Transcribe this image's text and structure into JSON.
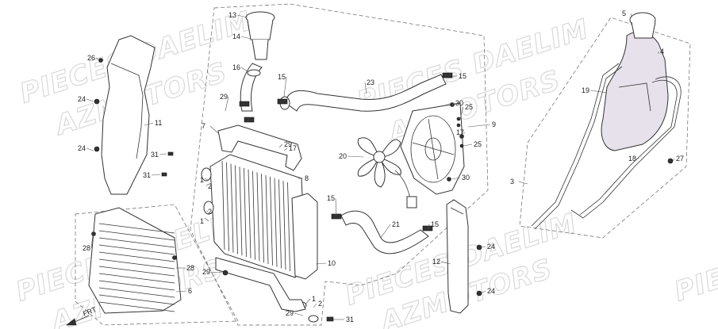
{
  "watermarks": [
    {
      "text": "PIECES DAELIM"
    },
    {
      "text": "AZMOTORS"
    },
    {
      "text": "PIECES DAELIM"
    },
    {
      "text": "AZMOTORS"
    },
    {
      "text": "PIECES DAELIM"
    },
    {
      "text": "AZMOTORS"
    },
    {
      "text": "PIECES DAELIM"
    },
    {
      "text": "AZMOTORS"
    },
    {
      "text": "PIECES"
    }
  ],
  "callouts": [
    "26",
    "24",
    "24",
    "11",
    "31",
    "31",
    "13",
    "14",
    "16",
    "15",
    "23",
    "15",
    "30",
    "25",
    "9",
    "29",
    "7",
    "17",
    "29",
    "8",
    "1",
    "2",
    "1",
    "2",
    "20",
    "17",
    "25",
    "30",
    "15",
    "21",
    "15",
    "12",
    "24",
    "24",
    "10",
    "29",
    "1",
    "2",
    "29",
    "31",
    "28",
    "28",
    "6",
    "5",
    "4",
    "19",
    "18",
    "27",
    "3"
  ],
  "front_arrow": "FRT",
  "colors": {
    "reservoir": "#e6e1ea",
    "watermark": "#d9d9d9"
  }
}
